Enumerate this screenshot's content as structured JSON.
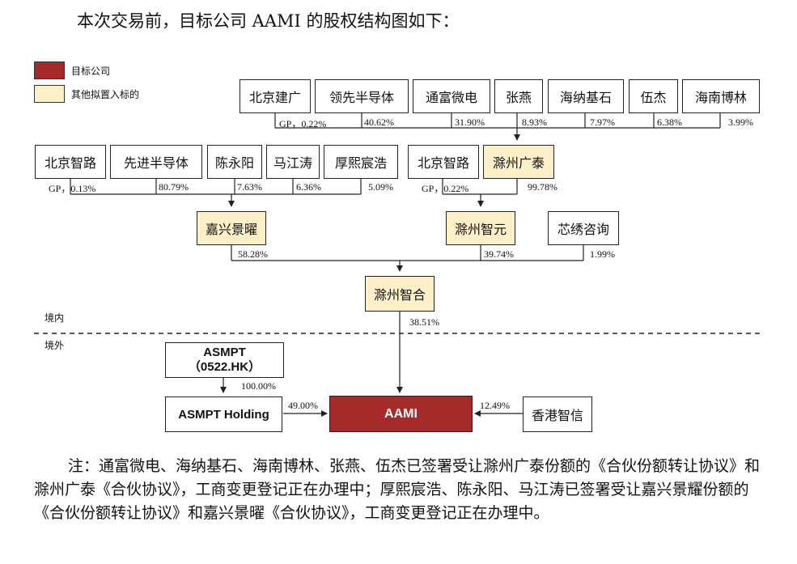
{
  "heading": "本次交易前，目标公司 AAMI 的股权结构图如下：",
  "legend": {
    "target_label": "目标公司",
    "target_color": "#a52a2a",
    "proposed_label": "其他拟置入标的",
    "proposed_color": "#fdefc8"
  },
  "regions": {
    "domestic": "境内",
    "overseas": "境外"
  },
  "row1": {
    "boxes": [
      "北京建广",
      "领先半导体",
      "通富微电",
      "张燕",
      "海纳基石",
      "伍杰",
      "海南博林"
    ],
    "pcts": [
      "GP，0.22%",
      "40.62%",
      "31.90%",
      "8.93%",
      "7.97%",
      "6.38%",
      "3.99%"
    ]
  },
  "row2": {
    "left_boxes": [
      "北京智路",
      "先进半导体",
      "陈永阳",
      "马江涛",
      "厚熙宸浩"
    ],
    "left_pcts": [
      "GP，0.13%",
      "80.79%",
      "7.63%",
      "6.36%",
      "5.09%"
    ],
    "right_boxes": [
      "北京智路",
      "滁州广泰"
    ],
    "right_pcts": [
      "GP，0.22%",
      "99.78%"
    ]
  },
  "row3": {
    "boxes": [
      "嘉兴景曜",
      "滁州智元",
      "芯绣咨询"
    ],
    "pcts": [
      "58.28%",
      "39.74%",
      "1.99%"
    ]
  },
  "row4": {
    "box": "滁州智合",
    "pct": "38.51%"
  },
  "overseas": {
    "asmpt_line1": "ASMPT",
    "asmpt_line2": "（0522.HK）",
    "asmpt_pct": "100.00%",
    "holding": "ASMPT Holding",
    "holding_pct": "49.00%",
    "target": "AAMI",
    "hk": "香港智信",
    "hk_pct": "12.49%"
  },
  "note": "注：通富微电、海纳基石、海南博林、张燕、伍杰已签署受让滁州广泰份额的《合伙份额转让协议》和滁州广泰《合伙协议》，工商变更登记正在办理中；厚熙宸浩、陈永阳、马江涛已签署受让嘉兴景耀份额的《合伙份额转让协议》和嘉兴景曜《合伙协议》，工商变更登记正在办理中。"
}
